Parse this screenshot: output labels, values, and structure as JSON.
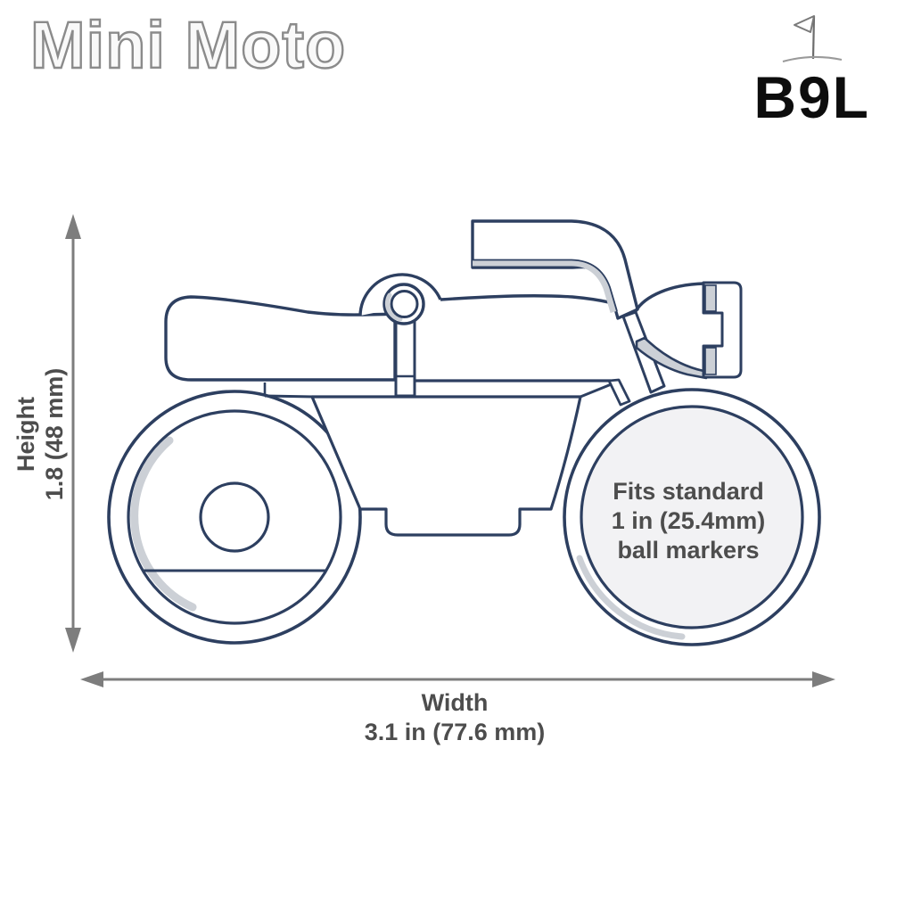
{
  "title": {
    "text": "Mini Moto"
  },
  "brand": {
    "name": "B9L",
    "icon": "golf-flag-icon"
  },
  "dimensions": {
    "height": {
      "label": "Height",
      "value": "1.8 (48 mm)"
    },
    "width": {
      "label": "Width",
      "value": "3.1 in (77.6 mm)"
    }
  },
  "wheel_note": {
    "line1": "Fits standard",
    "line2": "1 in (25.4mm)",
    "line3": "ball markers"
  },
  "colors": {
    "outline_navy": "#2d3f60",
    "shading_gray": "#ccd0d6",
    "disc_fill": "#f2f2f4",
    "dimension_gray": "#7d7d7d",
    "label_gray": "#4d4d4d",
    "title_outline": "#8b8b8b",
    "logo_black": "#0d0d0d"
  }
}
